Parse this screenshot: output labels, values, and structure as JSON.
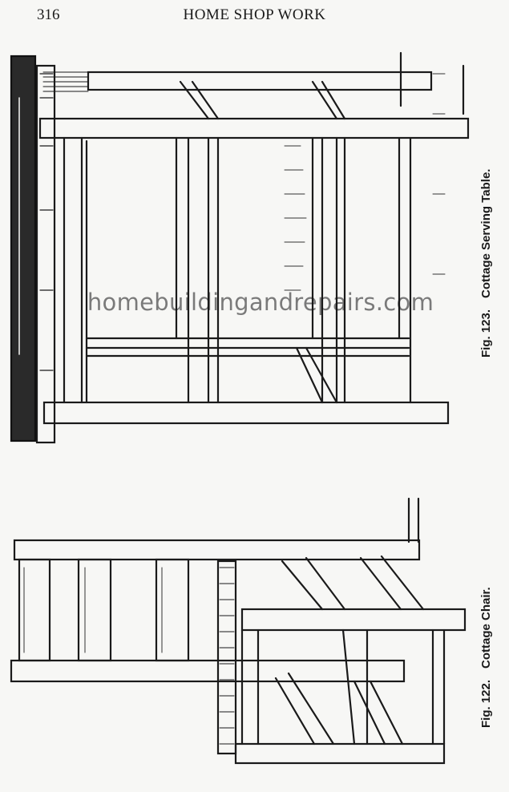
{
  "header": {
    "page_number": "316",
    "running_head": "HOME SHOP WORK"
  },
  "figures": [
    {
      "number": "Fig. 123.",
      "title": "Cottage Serving Table.",
      "illustration": "serving-table-drawing"
    },
    {
      "number": "Fig. 122.",
      "title": "Cottage Chair.",
      "illustration": "chair-drawing"
    }
  ],
  "watermark": "homebuildingandrepairs.com"
}
